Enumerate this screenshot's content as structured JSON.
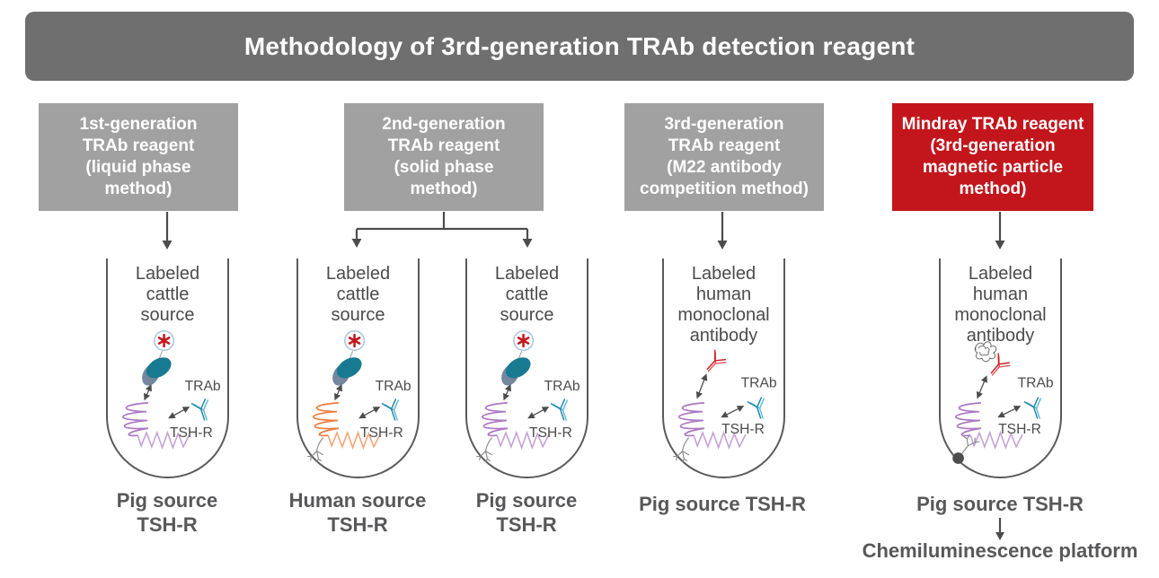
{
  "title": "Methodology of 3rd-generation TRAb detection reagent",
  "header_boxes": [
    {
      "label": "1st-generation\nTRAb reagent\n(liquid phase\nmethod)",
      "color": "#a1a1a1"
    },
    {
      "label": "2nd-generation\nTRAb reagent\n(solid phase\nmethod)",
      "color": "#a1a1a1"
    },
    {
      "label": "3rd-generation\nTRAb reagent\n(M22 antibody\ncompetition method)",
      "color": "#a1a1a1"
    },
    {
      "label": "Mindray TRAb reagent\n(3rd-generation\nmagnetic particle\nmethod)",
      "color": "#c3161c"
    }
  ],
  "tubes": [
    {
      "label": "Labeled\ncattle\nsource",
      "caption": "Pig source\nTSH-R",
      "receptor_color": "#ab77c4"
    },
    {
      "label": "Labeled\ncattle\nsource",
      "caption": "Human source\nTSH-R",
      "receptor_color": "#ee7c3c"
    },
    {
      "label": "Labeled\ncattle\nsource",
      "caption": "Pig source\nTSH-R",
      "receptor_color": "#ab77c4"
    },
    {
      "label": "Labeled\nhuman\nmonoclonal\nantibody",
      "caption": "Pig source TSH-R",
      "receptor_color": "#ab77c4"
    },
    {
      "label": "Labeled\nhuman\nmonoclonal\nantibody",
      "caption": "Pig source TSH-R",
      "receptor_color": "#ab77c4"
    }
  ],
  "molecule_labels": {
    "trab": "TRAb",
    "tshr": "TSH-R"
  },
  "footer": {
    "platform": "Chemiluminescence platform"
  },
  "colors": {
    "banner": "#6f6f6f",
    "box_gray": "#a1a1a1",
    "highlight_red": "#c3161c",
    "trab_blue": "#2f9dc2",
    "m22_red": "#cd2027",
    "tshr_purple": "#ab77c4",
    "tshr_orange": "#ee7c3c",
    "tsh_teal": "#187a91",
    "isotope_star_red": "#c4161c",
    "arrow_gray": "#4c4c4e"
  }
}
